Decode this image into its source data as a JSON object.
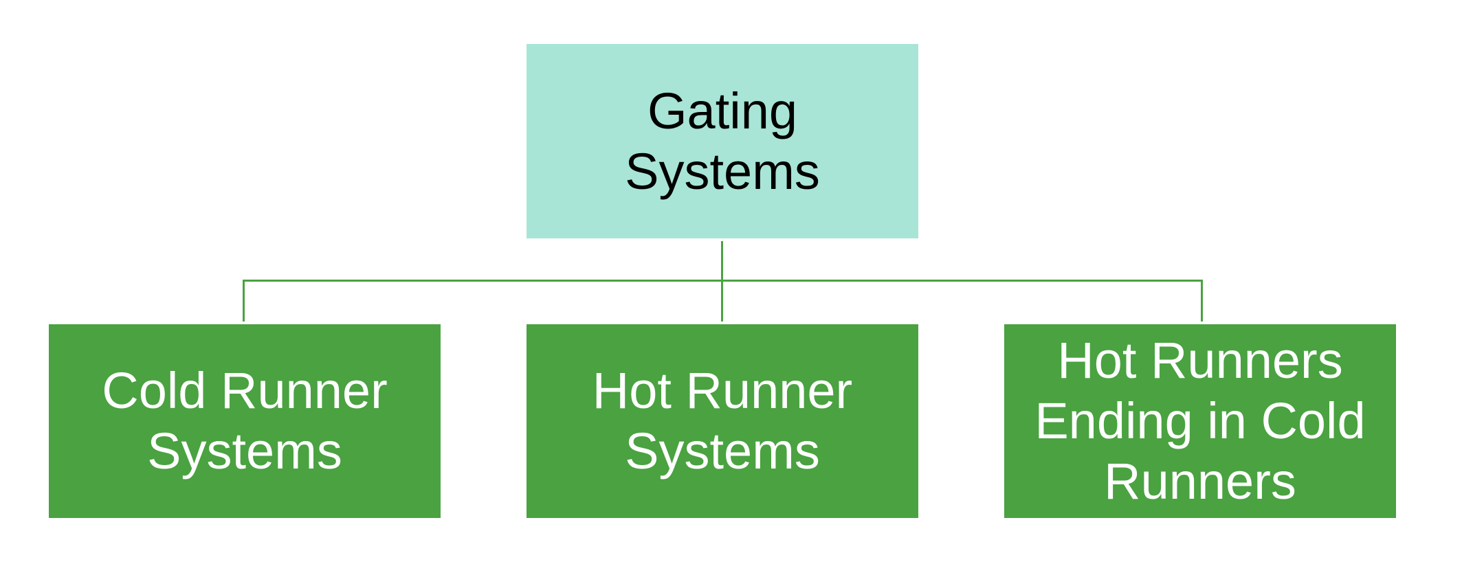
{
  "colors": {
    "root_fill": "#a8e5d6",
    "child_fill": "#4aa241",
    "connector": "#4aa241"
  },
  "root": {
    "label": "Gating Systems"
  },
  "children": [
    {
      "label": "Cold Runner Systems"
    },
    {
      "label": "Hot Runner Systems"
    },
    {
      "label": "Hot Runners Ending in Cold Runners"
    }
  ]
}
